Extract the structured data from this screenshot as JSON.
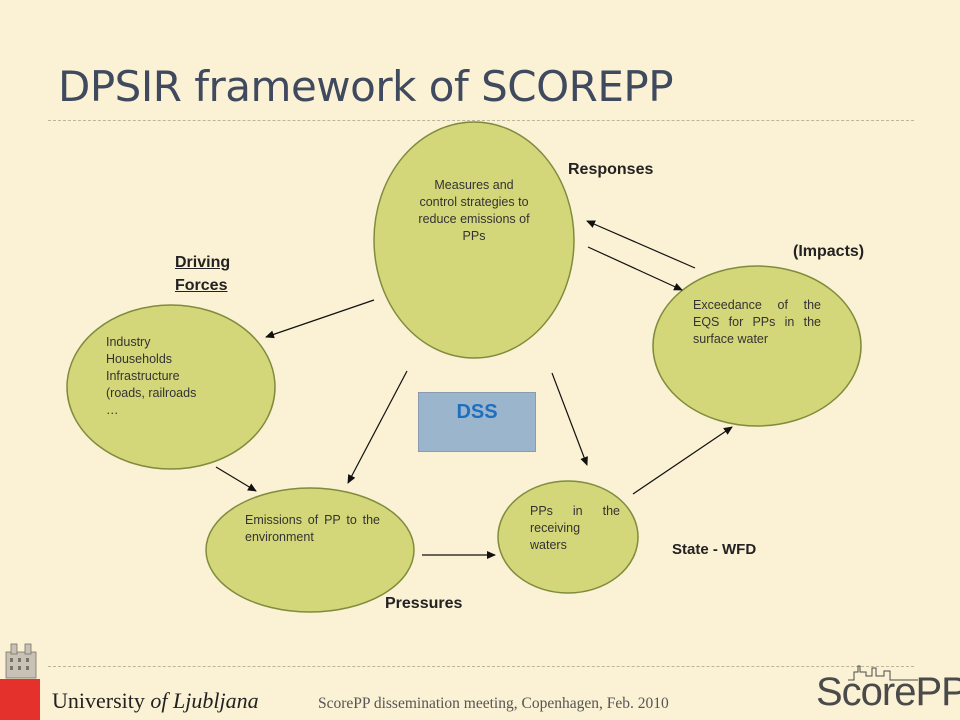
{
  "title": "DPSIR framework of SCOREPP",
  "nodes": {
    "responses": "Measures and control strategies to reduce emissions of PPs",
    "driving": [
      "Industry",
      "Households",
      "Infrastructure",
      "(roads, railroads",
      "…"
    ],
    "pressures": "Emissions of PP to the environment",
    "state": "PPs in the receiving waters",
    "impacts": "Exceedance of the EQS for PPs in the surface water"
  },
  "labels": {
    "responses": "Responses",
    "driving_1": "Driving",
    "driving_2": "Forces",
    "impacts": "(Impacts)",
    "state": "State - WFD",
    "pressures": "Pressures",
    "dss": "DSS"
  },
  "footer": {
    "university_a": "University ",
    "university_b": "of Ljubljana",
    "meeting": "ScorePP dissemination meeting, Copenhagen, Feb. 2010",
    "logo": "ScorePP"
  },
  "colors": {
    "node_fill": "#d4d67a",
    "node_stroke": "#7f8c3c",
    "title": "#404a5e",
    "dss_fill": "#9bb5cc",
    "dss_text": "#1f6fbf"
  }
}
